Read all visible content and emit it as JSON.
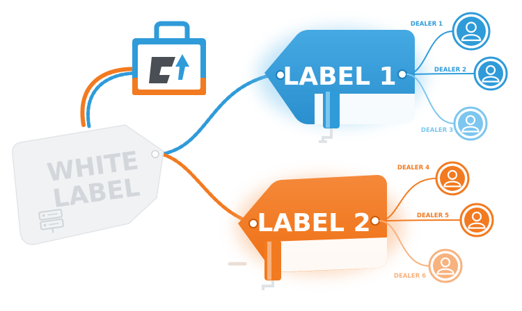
{
  "colors": {
    "blue": "#2f9bd9",
    "blue_light": "#7cc6ef",
    "orange": "#f27a20",
    "orange_light": "#f7b27e",
    "grey_tag": "#eef0f2",
    "grey_text": "#d3d7db",
    "dark_icon": "#4a4f55"
  },
  "white_label": {
    "line1": "WHITE",
    "line2": "LABEL",
    "icon": "server-icon"
  },
  "logo": {
    "icon": "briefcase-logo-icon"
  },
  "label1": {
    "text": "LABEL 1"
  },
  "label2": {
    "text": "LABEL 2"
  },
  "dealers": [
    {
      "label": "DEALER 1",
      "group": "blue"
    },
    {
      "label": "DEALER 2",
      "group": "blue"
    },
    {
      "label": "DEALER 3",
      "group": "blue"
    },
    {
      "label": "DEALER 4",
      "group": "orange"
    },
    {
      "label": "DEALER 5",
      "group": "orange"
    },
    {
      "label": "DEALER 6",
      "group": "orange"
    }
  ]
}
